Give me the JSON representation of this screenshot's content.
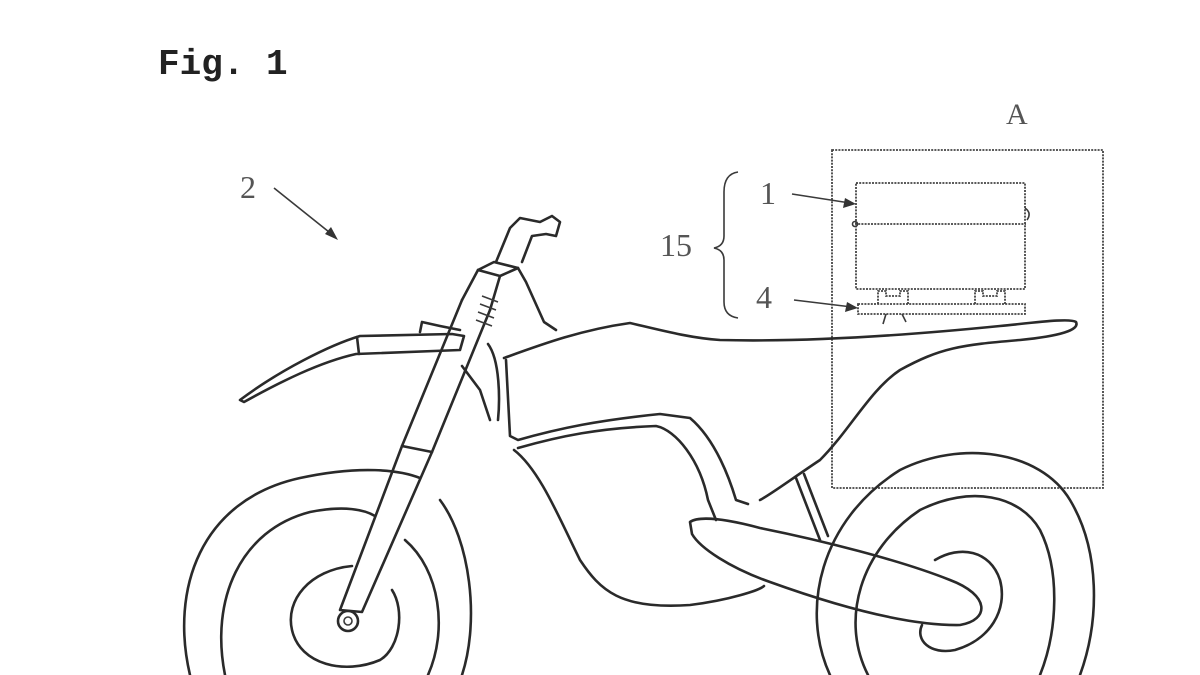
{
  "figure": {
    "title": "Fig. 1",
    "subject": "motorcycle with detail region",
    "line_color": "#2a2a2a",
    "background": "#ffffff"
  },
  "labels": {
    "vehicle": "2",
    "detail_region": "A",
    "assembly": "15",
    "battery": "1",
    "mount": "4"
  }
}
